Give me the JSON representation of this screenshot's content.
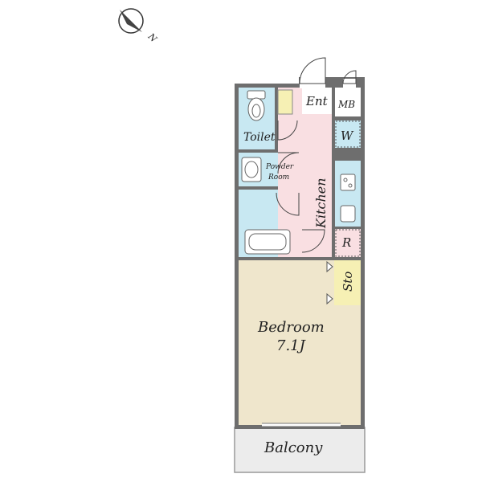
{
  "labels": {
    "entrance": "Ent",
    "meter_box": "MB",
    "toilet": "Toilet",
    "washer": "W",
    "powder_room_line1": "Powder",
    "powder_room_line2": "Room",
    "kitchen": "Kitchen",
    "refrigerator": "R",
    "storage": "Sto",
    "bedroom": "Bedroom",
    "bedroom_size": "7.1J",
    "balcony": "Balcony",
    "north": "N"
  },
  "colors": {
    "wall": "#6e6e6e",
    "bedroom_floor": "#efe6cc",
    "wet_area": "#c8e8f2",
    "kitchen_floor": "#f9dfe2",
    "storage_floor": "#f6f0b4",
    "balcony_floor": "#ececec"
  },
  "icons": {
    "compass": "north-arrow-icon",
    "toilet": "toilet-icon",
    "sink": "sink-icon",
    "stove": "stove-icon",
    "kitchen_sink": "kitchen-sink-icon",
    "bathtub": "bathtub-icon"
  }
}
